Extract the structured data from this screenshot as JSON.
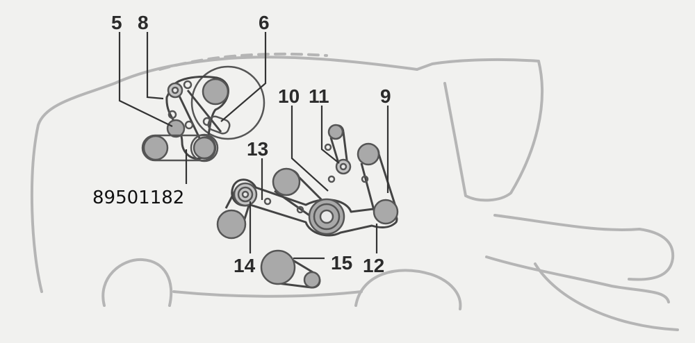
{
  "labels": {
    "l5": "5",
    "l8": "8",
    "l6": "6",
    "l10": "10",
    "l11": "11",
    "l9": "9",
    "l13": "13",
    "l14": "14",
    "l15": "15",
    "l12": "12"
  },
  "part_number": "89501182",
  "colors": {
    "background": "#f1f1ef",
    "outline": "#b5b5b5",
    "belt": "#444444",
    "pulley": "#a9a9a9"
  }
}
